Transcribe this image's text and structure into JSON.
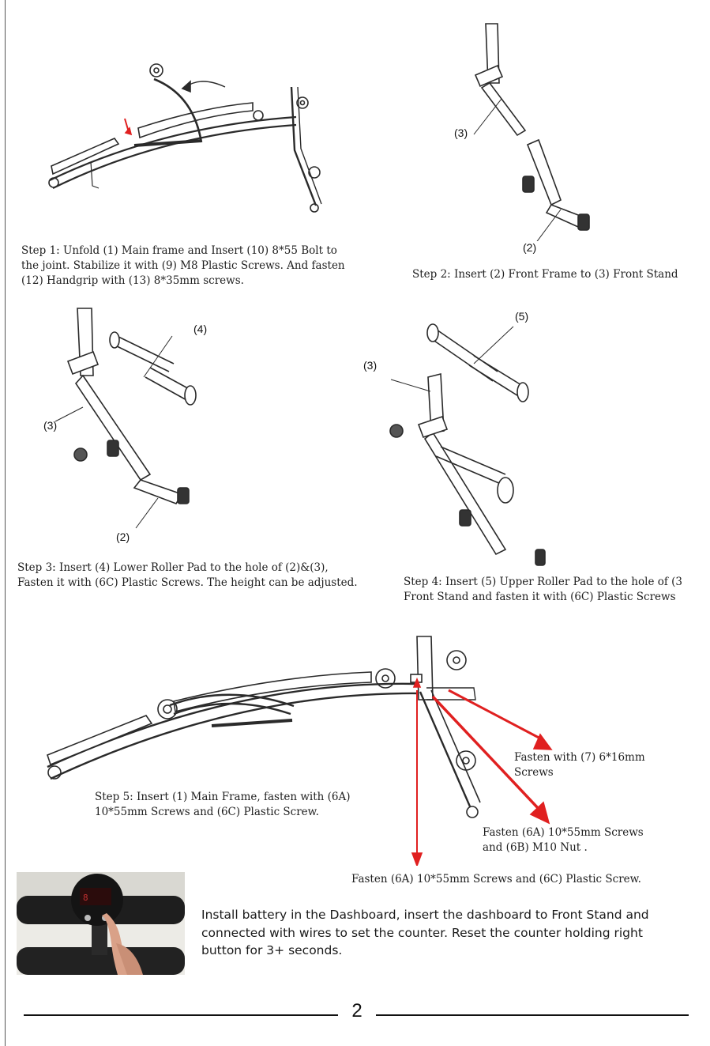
{
  "steps": {
    "step1": "Step 1: Unfold (1) Main frame and Insert (10) 8*55 Bolt to\nthe joint. Stabilize it with (9) M8 Plastic Screws. And fasten\n(12) Handgrip with (13) 8*35mm screws.",
    "step2": "Step 2: Insert (2) Front Frame to (3) Front Stand",
    "step3": "Step 3: Insert (4) Lower Roller Pad to the hole of (2)&(3),\nFasten it with (6C) Plastic Screws. The height can be adjusted.",
    "step4": "Step 4: Insert (5) Upper Roller Pad to the hole of (3\nFront Stand and fasten it with (6C) Plastic Screws",
    "step5": "Step 5: Insert (1) Main Frame, fasten with (6A)\n10*55mm Screws and (6C) Plastic Screw."
  },
  "labels": {
    "fig2_part3": "(3)",
    "fig2_part2": "(2)",
    "fig3_part4": "(4)",
    "fig3_part3": "(3)",
    "fig3_part2": "(2)",
    "fig4_part5": "(5)",
    "fig4_part3": "(3)"
  },
  "callouts": {
    "fasten7": "Fasten with (7) 6*16mm\nScrews",
    "fasten6a6b": "Fasten (6A) 10*55mm Screws\nand (6B) M10 Nut .",
    "fasten6a6c": "Fasten (6A) 10*55mm Screws and (6C) Plastic Screw."
  },
  "install_text": "Install battery in the Dashboard, insert the dashboard to Front Stand and connected with wires to set the counter. Reset the counter holding right button for 3+ seconds.",
  "page_number": "2",
  "colors": {
    "arrow_red": "#e02020",
    "line_art": "#2a2a2a"
  }
}
